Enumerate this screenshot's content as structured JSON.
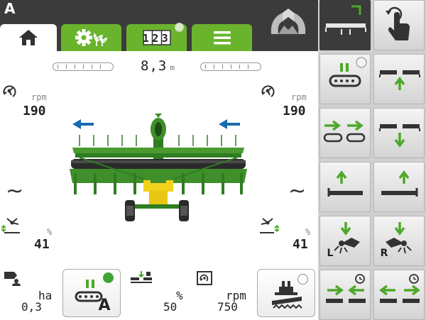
{
  "header": {
    "screen_letter": "A",
    "tabs": [
      {
        "name": "home",
        "icon": "home-icon",
        "active": true
      },
      {
        "name": "settings",
        "icon": "gear-plant-icon",
        "active": false
      },
      {
        "name": "counters",
        "icon": "counter-123-icon",
        "label": "123",
        "active": false
      },
      {
        "name": "menu",
        "icon": "menu-icon",
        "active": false
      }
    ],
    "logo_icon": "krone-logo-icon"
  },
  "main": {
    "working_distance": {
      "value": "8,3",
      "unit": "m"
    },
    "left_top_gauge": {
      "unit": "rpm",
      "value": "190"
    },
    "right_top_gauge": {
      "unit": "rpm",
      "value": "190"
    },
    "left_tilde": "~",
    "right_tilde": "~",
    "left_bottom_gauge": {
      "unit": "%",
      "value": "41"
    },
    "right_bottom_gauge": {
      "unit": "%",
      "value": "41"
    }
  },
  "bottom_bar": {
    "area": {
      "unit": "ha",
      "value": "0,3"
    },
    "auto_button": {
      "letter": "A",
      "indicator": "#3fa535"
    },
    "pressure": {
      "unit": "%",
      "value": "50"
    },
    "speed": {
      "unit": "rpm",
      "value": "750"
    },
    "conditioner_button": {
      "indicator": "empty"
    }
  },
  "grid_buttons": [
    {
      "name": "width-adjust",
      "icon": "width-adjust-icon"
    },
    {
      "name": "touch-mode",
      "icon": "touch-gesture-icon"
    },
    {
      "name": "pause-conveyor",
      "icon": "conveyor-pause-icon"
    },
    {
      "name": "raise-center",
      "icon": "raise-center-icon"
    },
    {
      "name": "side-shift",
      "icon": "side-shift-icon"
    },
    {
      "name": "lower-center",
      "icon": "lower-center-icon"
    },
    {
      "name": "raise-left",
      "icon": "raise-left-icon"
    },
    {
      "name": "raise-right",
      "icon": "raise-right-icon"
    },
    {
      "name": "lower-left",
      "icon": "lower-left-icon",
      "letter": "L"
    },
    {
      "name": "lower-right",
      "icon": "lower-right-icon",
      "letter": "R"
    },
    {
      "name": "fold-in-timer",
      "icon": "fold-in-timer-icon"
    },
    {
      "name": "fold-out-timer",
      "icon": "fold-out-timer-icon"
    }
  ],
  "colors": {
    "topbar": "#3b3b3b",
    "tab_green": "#6ab42d",
    "arrow_green": "#4fa82b",
    "arrow_blue": "#1a6ab0",
    "machine_green": "#3f8f2a",
    "machine_yellow": "#f2d21b"
  }
}
